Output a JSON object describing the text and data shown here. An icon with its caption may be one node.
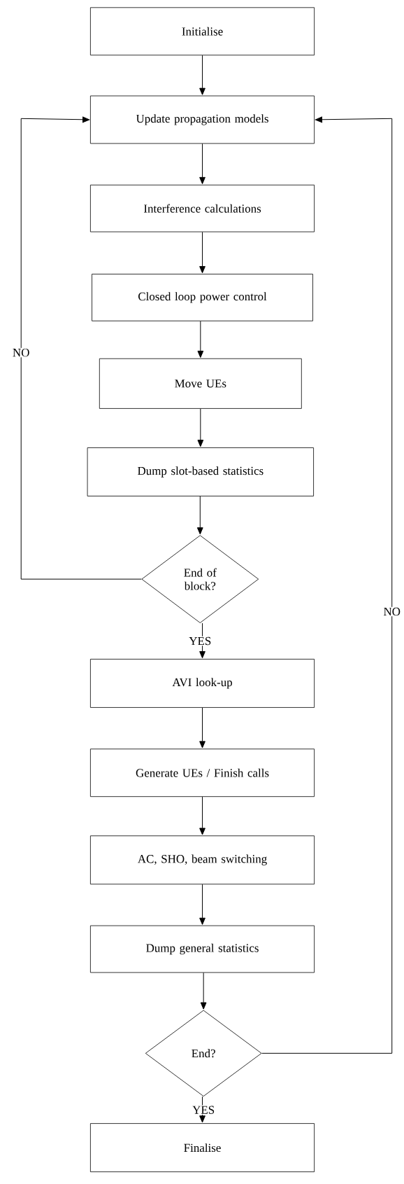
{
  "diagram": {
    "nodes": [
      {
        "text": [
          "Initialise"
        ]
      },
      {
        "text": [
          "Update propagation models"
        ]
      },
      {
        "text": [
          "Interference calculations"
        ]
      },
      {
        "text": [
          "Closed loop power control"
        ]
      },
      {
        "text": [
          "Move UEs"
        ]
      },
      {
        "text": [
          "Dump slot-based statistics"
        ]
      },
      {
        "text": [
          "End of block?"
        ]
      },
      {
        "text": [
          "AVI look-up"
        ]
      },
      {
        "text": [
          "Generate UEs / Finish calls"
        ]
      },
      {
        "text": [
          "AC, SHO, beam switching"
        ]
      },
      {
        "text": [
          "Dump general statistics"
        ]
      },
      {
        "text": [
          "End?"
        ]
      },
      {
        "text": [
          "Finalise"
        ]
      }
    ],
    "edges": [
      {
        "from": 0,
        "to": 1,
        "arrow": "to"
      },
      {
        "from": 1,
        "to": 2,
        "arrow": "to"
      },
      {
        "from": 2,
        "to": 3,
        "arrow": "to"
      },
      {
        "from": 3,
        "to": 4,
        "arrow": "to"
      },
      {
        "from": 4,
        "to": 5,
        "arrow": "to"
      },
      {
        "from": 5,
        "to": 6,
        "arrow": "to"
      },
      {
        "from": 6,
        "to": 1,
        "arrow": "to",
        "label": "NO"
      },
      {
        "from": 6,
        "to": 7,
        "arrow": "to",
        "label": "YES"
      },
      {
        "from": 7,
        "to": 8,
        "arrow": "to"
      },
      {
        "from": 8,
        "to": 9,
        "arrow": "to"
      },
      {
        "from": 9,
        "to": 10,
        "arrow": "to"
      },
      {
        "from": 10,
        "to": 11,
        "arrow": "to"
      },
      {
        "from": 11,
        "to": 1,
        "arrow": "to",
        "label": "NO"
      },
      {
        "from": 11,
        "to": 12,
        "arrow": "to",
        "label": "YES"
      }
    ]
  }
}
